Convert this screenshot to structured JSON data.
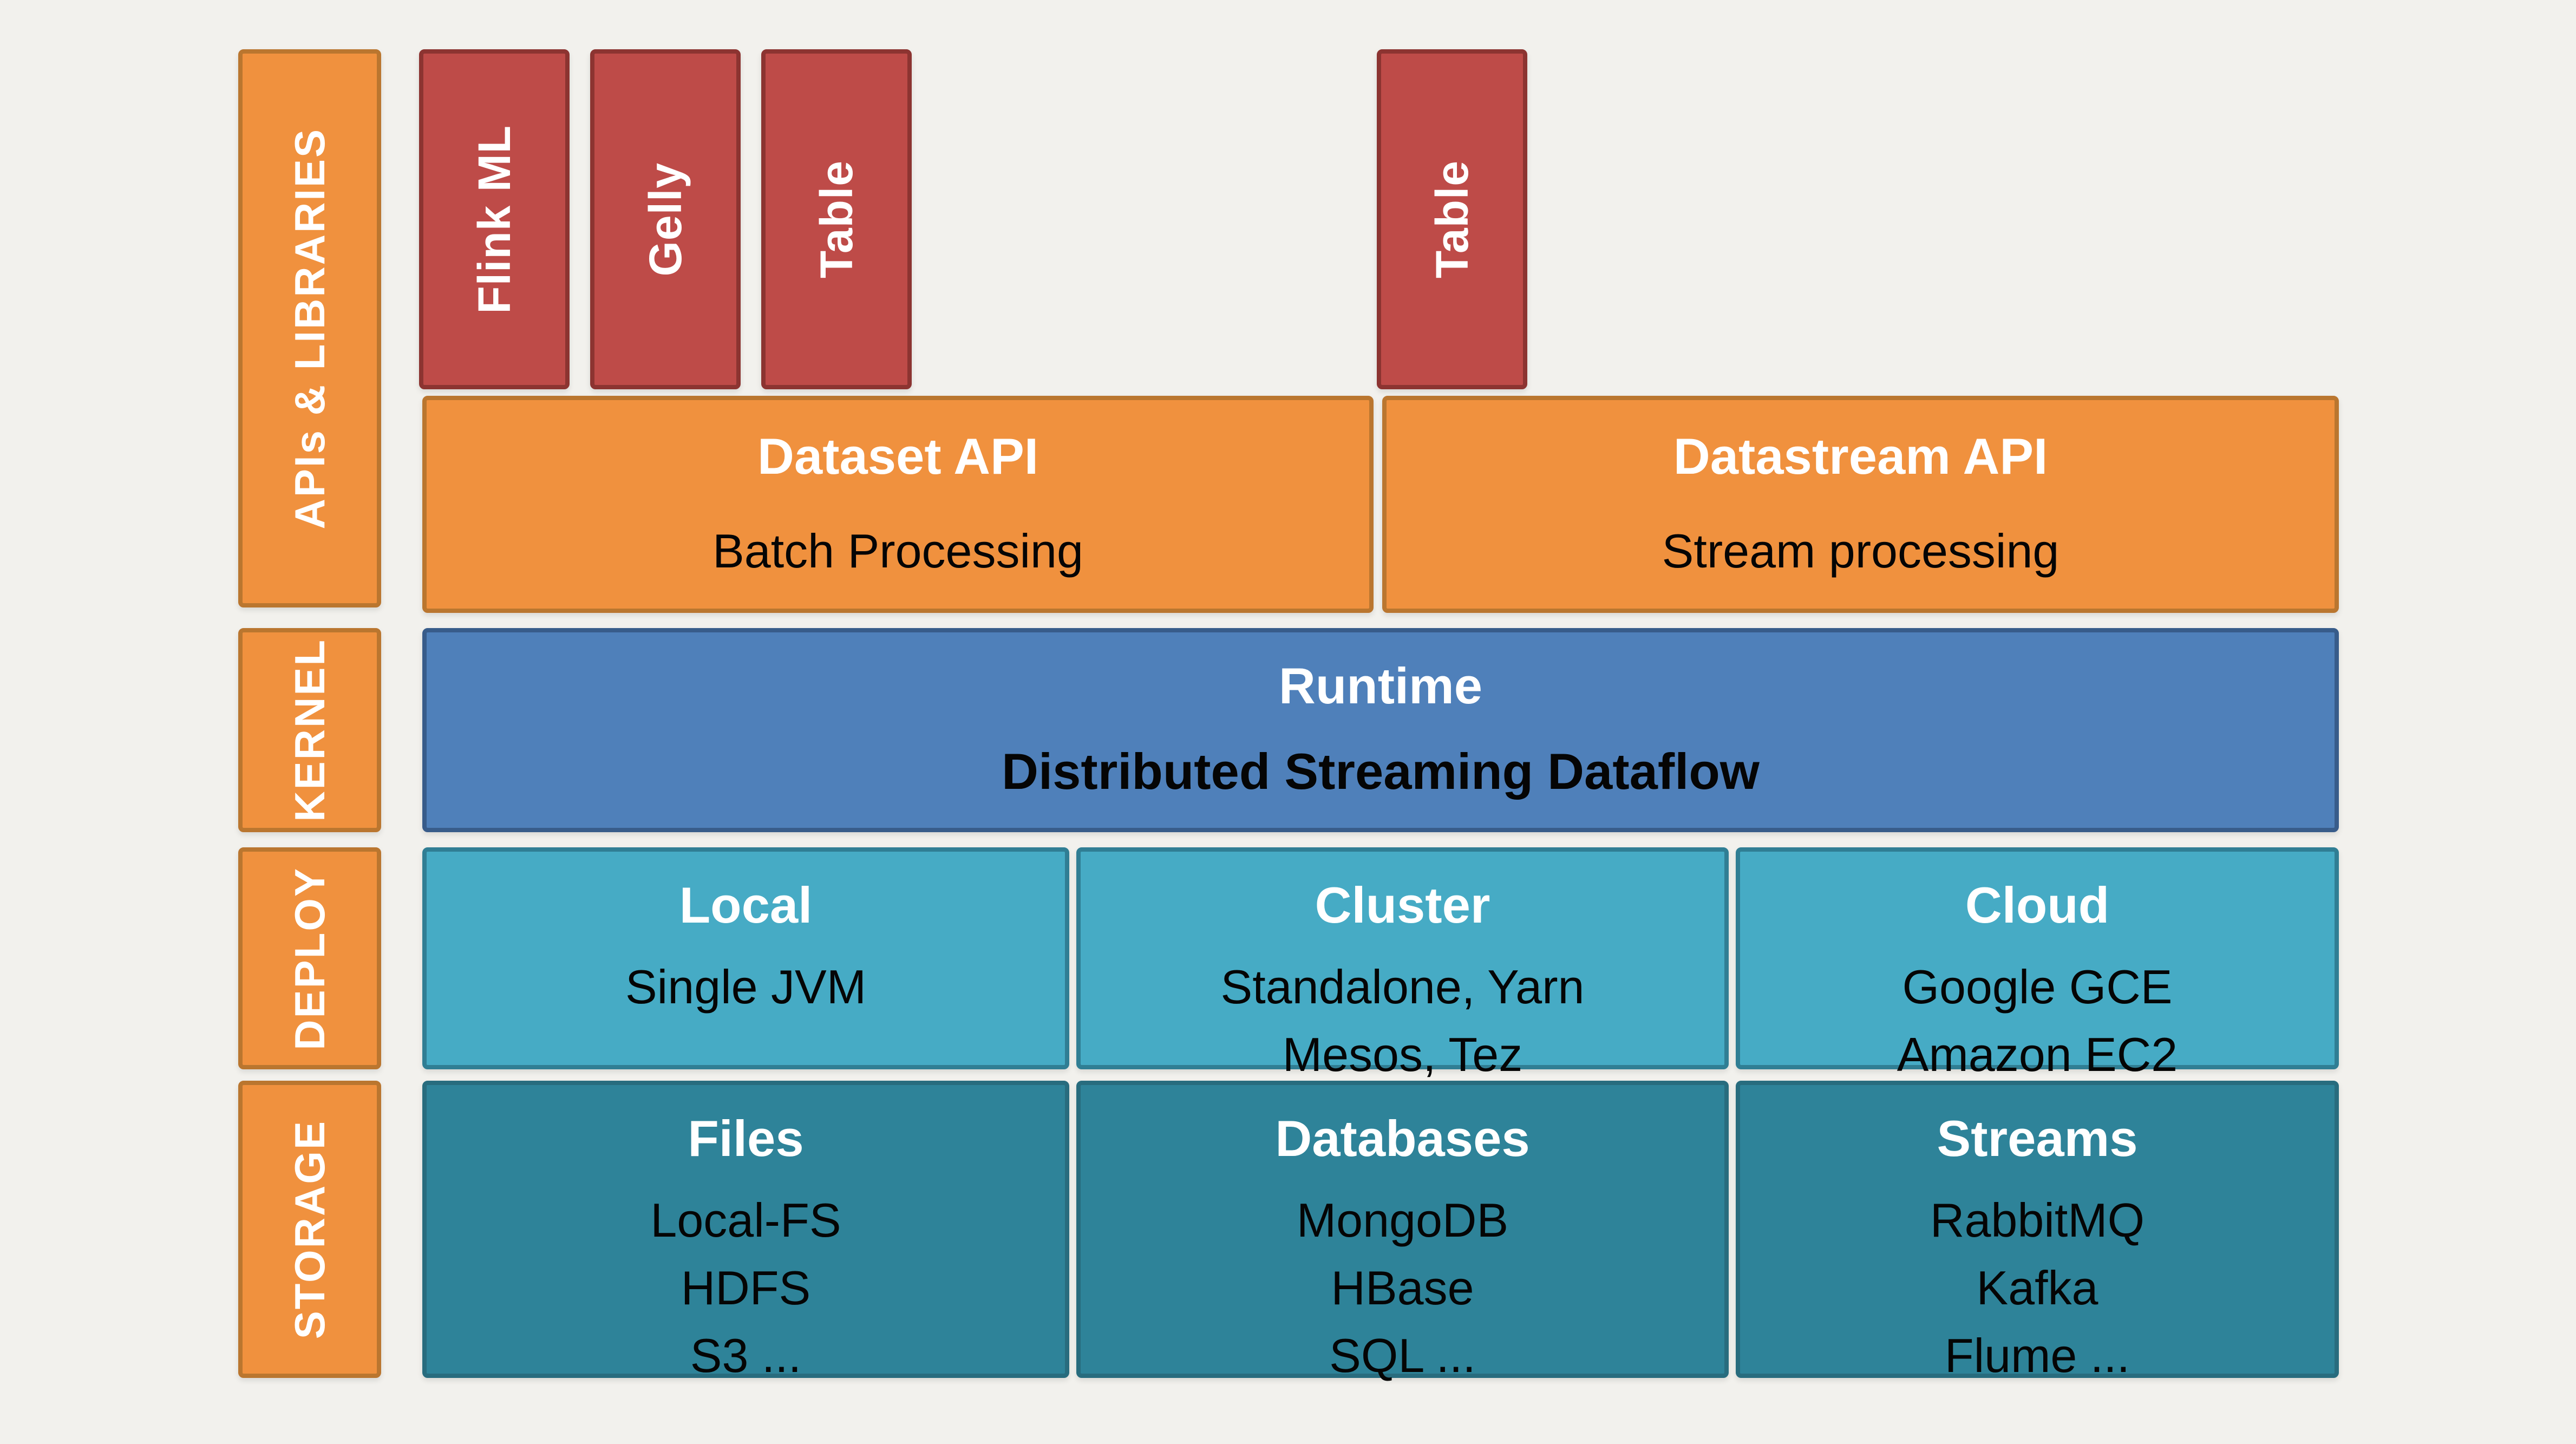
{
  "title": "Apache Flink stack architecture diagram",
  "colors": {
    "background": "#F2F1ED",
    "orange_fill": "#F0913E",
    "orange_border": "#BA762F",
    "red_fill": "#BE4B48",
    "red_border": "#8C3431",
    "blue_fill": "#4F80BA",
    "blue_border": "#385C8A",
    "teal_fill": "#46ABC5",
    "teal_border": "#307E94",
    "dark_teal_fill": "#2E8399",
    "dark_teal_border": "#286C7E",
    "text_light": "#FFFFFF",
    "text_dark": "#000000"
  },
  "side_labels": [
    {
      "id": "apis-libraries",
      "label": "APIs & LIBRARIES"
    },
    {
      "id": "kernel",
      "label": "KERNEL"
    },
    {
      "id": "deploy",
      "label": "DEPLOY"
    },
    {
      "id": "storage",
      "label": "STORAGE"
    }
  ],
  "library_boxes": [
    {
      "label": "Flink ML"
    },
    {
      "label": "Gelly"
    },
    {
      "label": "Table"
    },
    {
      "label": "Table"
    }
  ],
  "api_row": [
    {
      "title": "Dataset API",
      "subtitle": "Batch Processing"
    },
    {
      "title": "Datastream API",
      "subtitle": "Stream processing"
    }
  ],
  "kernel_row": {
    "title": "Runtime",
    "subtitle": "Distributed Streaming Dataflow"
  },
  "deploy_row": [
    {
      "title": "Local",
      "lines": [
        "Single JVM"
      ]
    },
    {
      "title": "Cluster",
      "lines": [
        "Standalone, Yarn",
        "Mesos, Tez"
      ]
    },
    {
      "title": "Cloud",
      "lines": [
        "Google GCE",
        "Amazon EC2"
      ]
    }
  ],
  "storage_row": [
    {
      "title": "Files",
      "lines": [
        "Local-FS",
        "HDFS",
        "S3 ..."
      ]
    },
    {
      "title": "Databases",
      "lines": [
        "MongoDB",
        "HBase",
        "SQL ..."
      ]
    },
    {
      "title": "Streams",
      "lines": [
        "RabbitMQ",
        "Kafka",
        "Flume ..."
      ]
    }
  ]
}
